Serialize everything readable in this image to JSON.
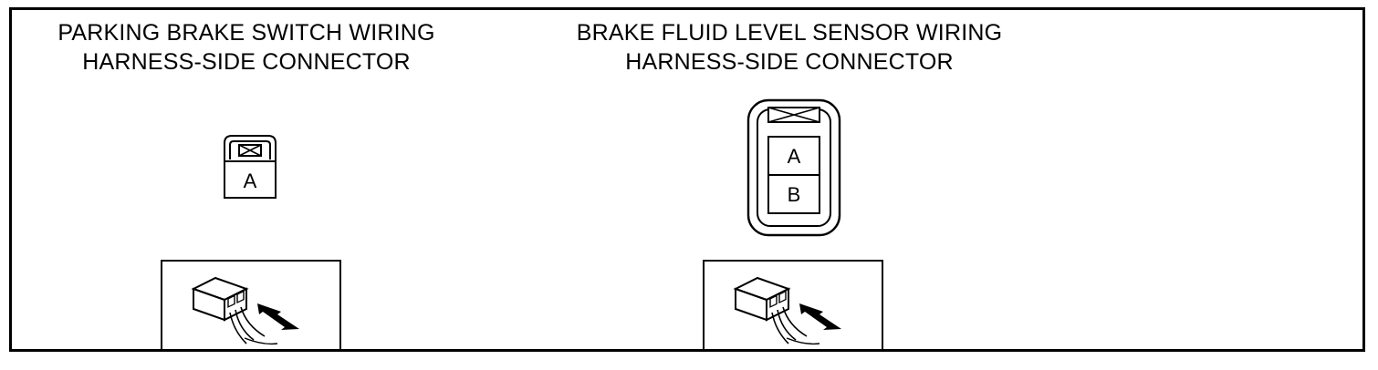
{
  "diagram": {
    "connectors": [
      {
        "id": "parking-brake",
        "title_line1": "PARKING BRAKE SWITCH WIRING",
        "title_line2": "HARNESS-SIDE CONNECTOR",
        "pins": [
          "A"
        ]
      },
      {
        "id": "brake-fluid",
        "title_line1": "BRAKE FLUID LEVEL SENSOR WIRING",
        "title_line2": "HARNESS-SIDE CONNECTOR",
        "pins": [
          "A",
          "B"
        ]
      }
    ],
    "view_icon": "harness-side-view-icon"
  }
}
